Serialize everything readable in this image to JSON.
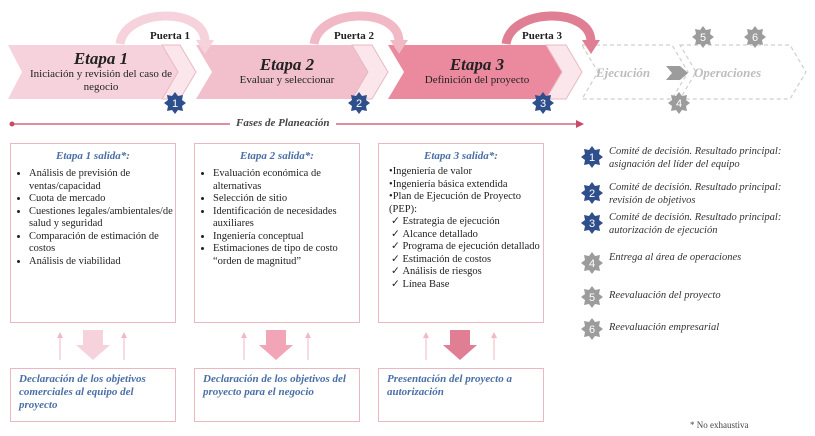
{
  "stages": [
    {
      "title": "Etapa 1",
      "subtitle": "Iniciación y revisión del caso de negocio",
      "badge": "1",
      "color": "#f6d3dc"
    },
    {
      "title": "Etapa 2",
      "subtitle": "Evaluar y seleccionar",
      "badge": "2",
      "color": "#f1b8c5"
    },
    {
      "title": "Etapa 3",
      "subtitle": "Definición del proyecto",
      "badge": "3",
      "color": "#eb8a9f"
    }
  ],
  "gates": [
    "Puerta 1",
    "Puerta 2",
    "Puerta 3"
  ],
  "execution": {
    "ejecucion": "Ejecución",
    "operaciones": "Operaciones",
    "badge_4": "4",
    "badge_5": "5",
    "badge_6": "6"
  },
  "phase_label": "Fases de Planeación",
  "outputs": [
    {
      "heading": "Etapa 1 salida*:",
      "items": [
        "Análisis de previsión de ventas/capacidad",
        "Cuota de mercado",
        "Cuestiones legales/ambientales/de salud y seguridad",
        "Comparación de estimación de costos",
        "Análisis de viabilidad"
      ],
      "result": "Declaración de los objetivos comerciales al equipo del proyecto"
    },
    {
      "heading": "Etapa 2 salida*:",
      "items": [
        "Evaluación económica de alternativas",
        "Selección de sitio",
        "Identificación de necesidades auxiliares",
        "Ingeniería conceptual",
        "Estimaciones de tipo de costo “orden de magnitud”"
      ],
      "result": "Declaración de los objetivos del proyecto para el negocio"
    },
    {
      "heading": "Etapa 3 salida*:",
      "items": [
        "Ingeniería de valor",
        "Ingeniería básica extendida",
        "Plan de Ejecución de Proyecto (PEP):"
      ],
      "subitems": [
        "Estrategia de ejecución",
        "Alcance detallado",
        "Programa de ejecución detallado",
        "Estimación de costos",
        "Análisis de riesgos",
        "Línea Base"
      ],
      "result": "Presentación del proyecto a autorización"
    }
  ],
  "legend": [
    {
      "num": "1",
      "text": "Comité de decisión. Resultado principal: asignación del líder del equipo",
      "color": "#2f4e8c"
    },
    {
      "num": "2",
      "text": "Comité de decisión. Resultado principal: revisión de objetivos",
      "color": "#2f4e8c"
    },
    {
      "num": "3",
      "text": "Comité de decisión. Resultado principal: autorización de ejecución",
      "color": "#2f4e8c"
    },
    {
      "num": "4",
      "text": "Entrega al área de operaciones",
      "color": "#9c9c9c"
    },
    {
      "num": "5",
      "text": "Reevaluación del proyecto",
      "color": "#9c9c9c"
    },
    {
      "num": "6",
      "text": "Reevaluación empresarial",
      "color": "#9c9c9c"
    }
  ],
  "footnote": "* No exhaustiva"
}
